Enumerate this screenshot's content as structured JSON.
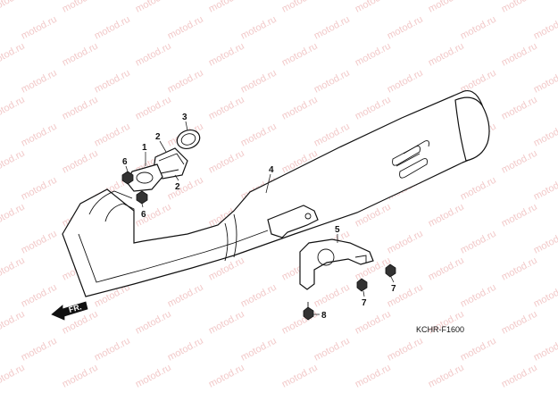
{
  "watermark": "motod.ru",
  "callouts": {
    "p1": "1",
    "p2a": "2",
    "p2b": "2",
    "p3": "3",
    "p4": "4",
    "p5": "5",
    "p6a": "6",
    "p6b": "6",
    "p7a": "7",
    "p7b": "7",
    "p8": "8"
  },
  "direction_label": "FR.",
  "figure_code": "KCHR-F1600",
  "colors": {
    "line": "#111111",
    "watermark": "#f2c9c9",
    "background": "#ffffff"
  }
}
